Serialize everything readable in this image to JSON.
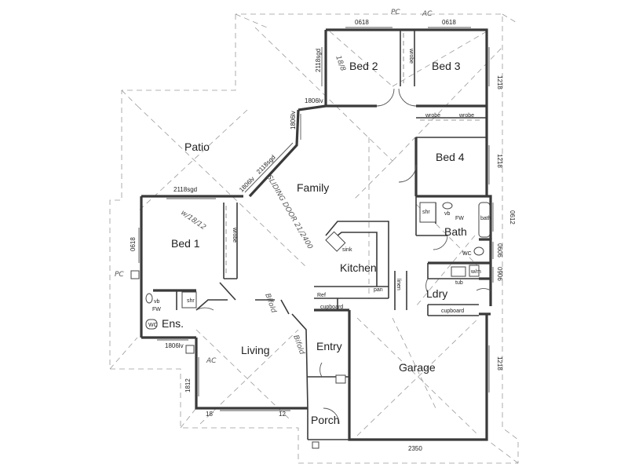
{
  "rooms": {
    "bed2": "Bed 2",
    "bed3": "Bed 3",
    "bed4": "Bed 4",
    "patio": "Patio",
    "family": "Family",
    "bed1": "Bed 1",
    "kitchen": "Kitchen",
    "bath": "Bath",
    "ldry": "Ldry",
    "ens": "Ens.",
    "living": "Living",
    "entry": "Entry",
    "garage": "Garage",
    "porch": "Porch"
  },
  "dimensions": {
    "top_left": "0618",
    "top_right": "0618",
    "bed2_window": "2118sgd",
    "bed3_right": "1218",
    "patio_window": "1806lv",
    "diag_1": "1806lv",
    "diag_2": "2118sgd",
    "diag_3": "1806lv",
    "bed1_top": "2118sgd",
    "bed1_left": "0618",
    "bed4_right": "1218",
    "bath_right": "0612",
    "wc_right": "0606",
    "ldry_right": "0906",
    "ens_bottom": "1806lv",
    "living_left": "1812",
    "living_bottom": "18'",
    "living_bottom2": "12",
    "garage_right": "1218",
    "garage_bottom": "2350"
  },
  "fixtures": {
    "wrobe": "wrobe",
    "shr": "shr",
    "vb": "vb",
    "bath": "bath",
    "fw": "FW",
    "wc": "WC",
    "sink": "sink",
    "pan": "pan",
    "linen": "linen",
    "tub": "tub",
    "wm": "w/m",
    "cupboard": "cupboard",
    "ref": "Ref"
  },
  "annotations": {
    "pc_top": "PC",
    "ac_top": "AC",
    "pc_left": "PC",
    "ac_living": "AC",
    "bed2_note": "18/8",
    "bed1_note": "w/18/12",
    "sliding_door": "SLIDING DOOR 21/2400",
    "bifold_1": "Bifold",
    "bifold_2": "Bifold"
  }
}
